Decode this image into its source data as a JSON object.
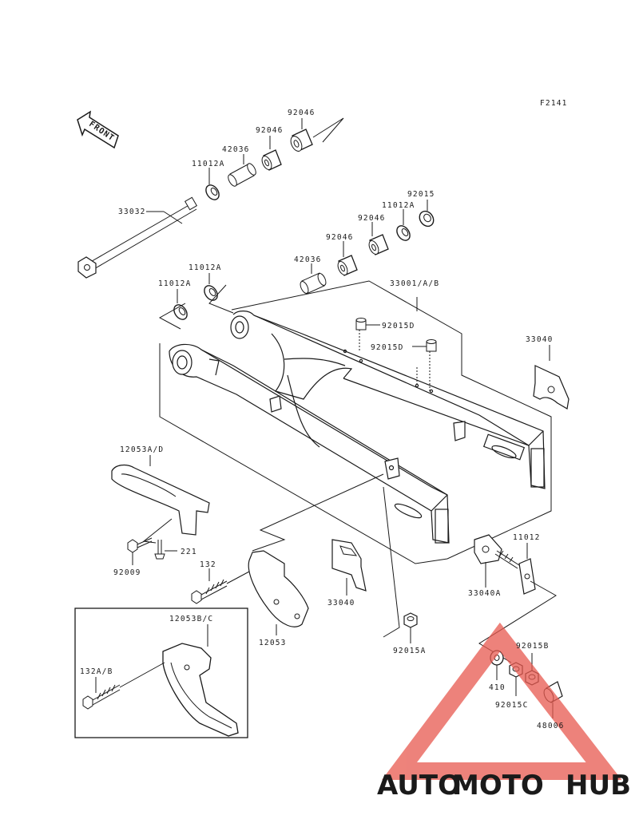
{
  "figure_code": "F2141",
  "front_label": "FRONT",
  "parts": {
    "p92046_top": "92046",
    "p92046_mid": "92046",
    "p42036_top": "42036",
    "p11012a_top": "11012A",
    "p33032": "33032",
    "p92015_r": "92015",
    "p11012a_r": "11012A",
    "p92046_r1": "92046",
    "p92046_r2": "92046",
    "p42036_r": "42036",
    "p11012a_l1": "11012A",
    "p11012a_l2": "11012A",
    "p33001": "33001/A/B",
    "p92015d_1": "92015D",
    "p92015d_2": "92015D",
    "p33040_r": "33040",
    "p12053ad": "12053A/D",
    "p221": "221",
    "p92009": "92009",
    "p132": "132",
    "p33040_c": "33040",
    "p12053": "12053",
    "p11012": "11012",
    "p33040a": "33040A",
    "p92015a": "92015A",
    "p12053bc": "12053B/C",
    "p132ab": "132A/B",
    "p92015b": "92015B",
    "p410": "410",
    "p92015c": "92015C",
    "p48006": "48006"
  },
  "watermark": {
    "part1": "AUTO",
    "part2": "MOTO",
    "part3": "HUB"
  },
  "colors": {
    "line": "#1a1a1a",
    "wm_yellow": "#f3b63a",
    "wm_red": "#e8594f",
    "wm_gray": "#6d6d6d"
  }
}
